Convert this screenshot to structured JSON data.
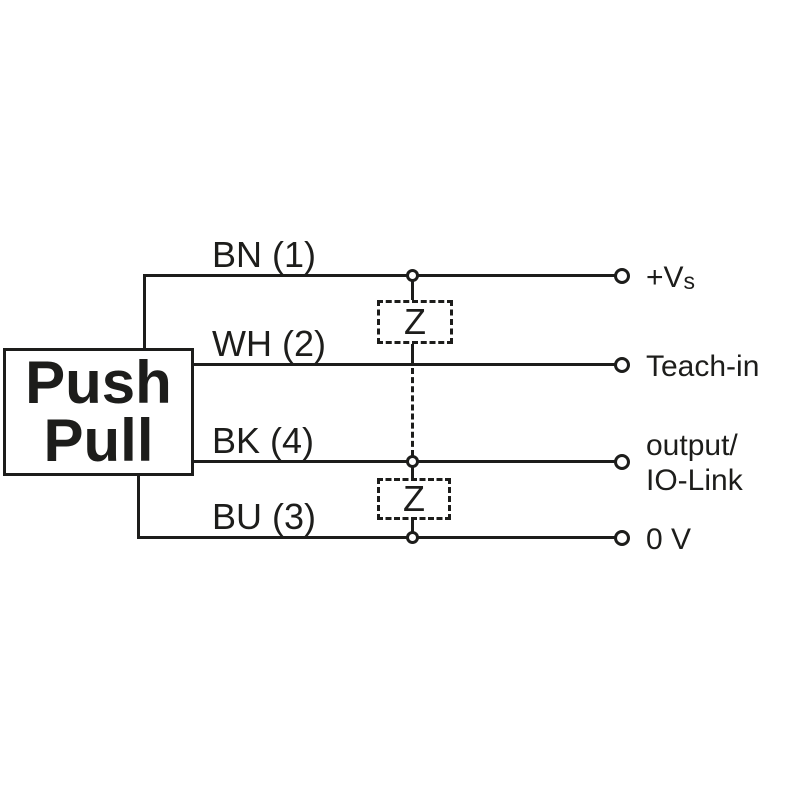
{
  "colors": {
    "line": "#1d1d1b",
    "background": "#ffffff"
  },
  "device_box": {
    "line1": "Push",
    "line2": "Pull"
  },
  "wires": [
    {
      "label": "BN (1)"
    },
    {
      "label": "WH (2)"
    },
    {
      "label": "BK (4)"
    },
    {
      "label": "BU (3)"
    }
  ],
  "terminals": [
    {
      "main": "+V",
      "sub": "s"
    },
    {
      "label": "Teach-in"
    },
    {
      "line1": "output/",
      "line2": "IO-Link"
    },
    {
      "label": "0 V"
    }
  ],
  "zeners": [
    {
      "label": "Z"
    },
    {
      "label": "Z"
    }
  ]
}
